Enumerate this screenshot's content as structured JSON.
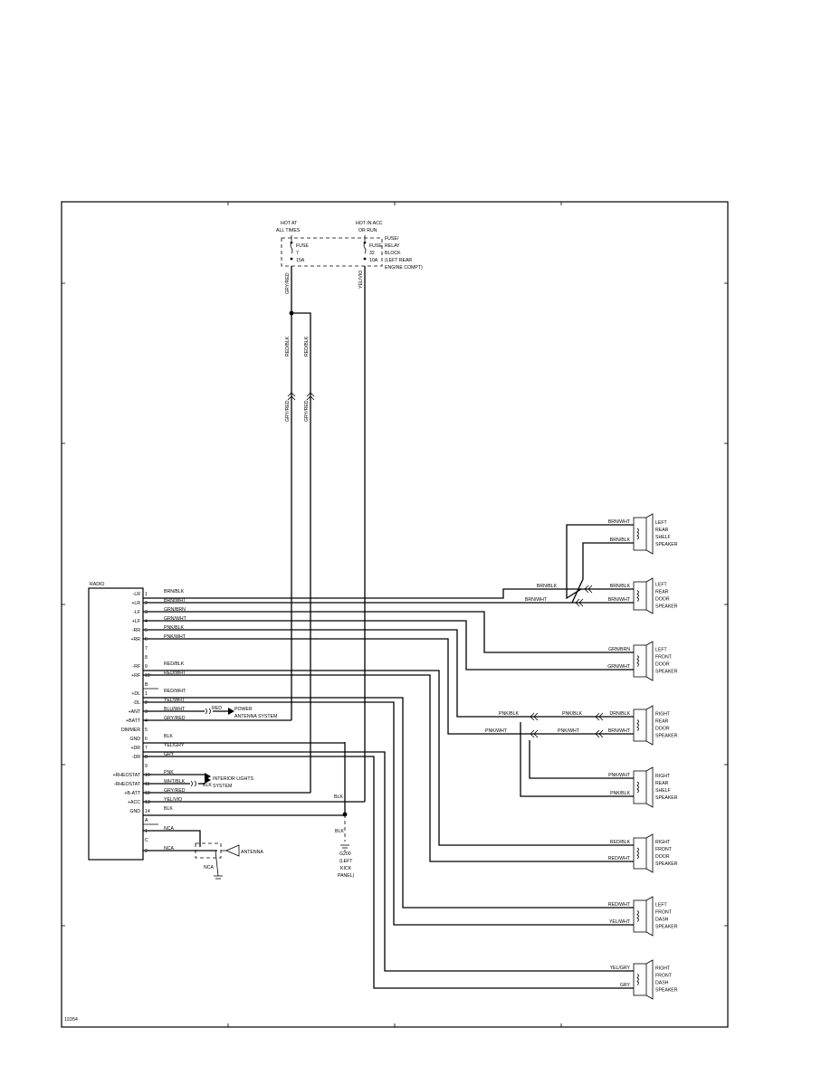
{
  "page_id": "11D54",
  "fuse_block": {
    "label_lines": [
      "FUSE/",
      "RELAY",
      "BLOCK",
      "(LEFT REAR",
      "ENGINE COMPT)"
    ],
    "hot_left": [
      "HOT AT",
      "ALL TIMES"
    ],
    "hot_right": [
      "HOT IN ACC",
      "OR RUN"
    ],
    "fuse_a": [
      "FUSE",
      "7",
      "15A"
    ],
    "fuse_b": [
      "FUSE",
      "32",
      "10A"
    ]
  },
  "wire_labels": {
    "gry_red_top": "GRY/RED",
    "yel_vio_top": "YEL/VIO",
    "red_blk_a": "RED/BLK",
    "red_blk_b": "RED/BLK",
    "gry_red_a": "GRY/RED",
    "gry_red_b": "GRY/RED",
    "blk_ground": "BLK",
    "blk_ground2": "BLK",
    "red_antenna": "RED",
    "blk_lights": "BLK"
  },
  "radio": {
    "title": "RADIO",
    "connector_a": [
      {
        "pin": "1",
        "func": "-LR",
        "wire": "BRN/BLK"
      },
      {
        "pin": "2",
        "func": "+LR",
        "wire": "BRN/WHT"
      },
      {
        "pin": "3",
        "func": "-LF",
        "wire": "GRN/BRN"
      },
      {
        "pin": "4",
        "func": "+LF",
        "wire": "GRN/WHT"
      },
      {
        "pin": "5",
        "func": "-RR",
        "wire": "PNK/BLK"
      },
      {
        "pin": "6",
        "func": "+RR",
        "wire": "PNK/WHT"
      },
      {
        "pin": "7",
        "func": "",
        "wire": ""
      },
      {
        "pin": "8",
        "func": "",
        "wire": ""
      },
      {
        "pin": "9",
        "func": "-RF",
        "wire": "RED/BLK"
      },
      {
        "pin": "10",
        "func": "+RF",
        "wire": "RED/WHT"
      },
      {
        "pin": "B",
        "func": "",
        "wire": ""
      }
    ],
    "connector_b": [
      {
        "pin": "1",
        "func": "+DL",
        "wire": "RED/WHT"
      },
      {
        "pin": "2",
        "func": "-DL",
        "wire": "YEL/WHT"
      },
      {
        "pin": "3",
        "func": "+ANT",
        "wire": "BLU/WHT"
      },
      {
        "pin": "4",
        "func": "+BATT",
        "wire": "GRY/RED"
      },
      {
        "pin": "5",
        "func": "DIMMER",
        "wire": ""
      },
      {
        "pin": "6",
        "func": "GND",
        "wire": "BLK"
      },
      {
        "pin": "7",
        "func": "+DR",
        "wire": "YEL/GRY"
      },
      {
        "pin": "8",
        "func": "-DR",
        "wire": "GRY"
      },
      {
        "pin": "9",
        "func": "",
        "wire": ""
      },
      {
        "pin": "10",
        "func": "+RHEOSTAT",
        "wire": "PNK"
      },
      {
        "pin": "11",
        "func": "-RHEOSTAT",
        "wire": "WHT/BLK"
      },
      {
        "pin": "12",
        "func": "+B-ATT",
        "wire": "GRY/RED"
      },
      {
        "pin": "13",
        "func": "+ACC",
        "wire": "YEL/VIO"
      },
      {
        "pin": "14",
        "func": "GND",
        "wire": "BLK"
      },
      {
        "pin": "A",
        "func": "",
        "wire": ""
      }
    ],
    "connector_c": [
      {
        "pin": "1",
        "func": "",
        "wire": "NCA"
      },
      {
        "pin": "C",
        "func": "",
        "wire": ""
      },
      {
        "pin": "2",
        "func": "",
        "wire": "NCA"
      }
    ]
  },
  "power_antenna": [
    "POWER",
    "ANTENNA SYSTEM"
  ],
  "interior_lights": [
    "INTERIOR LIGHTS",
    "SYSTEM"
  ],
  "antenna": {
    "label": "ANTENNA",
    "nca": "NCA"
  },
  "ground": {
    "name": "G200",
    "loc": [
      "(LEFT",
      "KICK",
      "PANEL)"
    ]
  },
  "speakers": [
    {
      "id": "left-rear-shelf",
      "lines": [
        "LEFT",
        "REAR",
        "SHELF",
        "SPEAKER"
      ],
      "w_top": "BRN/WHT",
      "w_bot": "BRN/BLK"
    },
    {
      "id": "left-rear-door",
      "lines": [
        "LEFT",
        "REAR",
        "DOOR",
        "SPEAKER"
      ],
      "w_top": "BRN/BLK",
      "w_bot": "BRN/WHT",
      "x_top": "BRN/BLK",
      "x_bot": "BRN/WHT"
    },
    {
      "id": "left-front-door",
      "lines": [
        "LEFT",
        "FRONT",
        "DOOR",
        "SPEAKER"
      ],
      "w_top": "GRN/BRN",
      "w_bot": "GRN/WHT"
    },
    {
      "id": "right-rear-door",
      "lines": [
        "RIGHT",
        "REAR",
        "DOOR",
        "SPEAKER"
      ],
      "w_top": "DRN/BLK",
      "w_bot": "BRN/WHT",
      "m_top": "PNK/BLK",
      "m_bot": "PNK/WHT",
      "x_top": "PNK/BLK",
      "x_bot": "PNK/WHT"
    },
    {
      "id": "right-rear-shelf",
      "lines": [
        "RIGHT",
        "REAR",
        "SHELF",
        "SPEAKER"
      ],
      "w_top": "PNK/WHT",
      "w_bot": "PNK/BLK"
    },
    {
      "id": "right-front-door",
      "lines": [
        "RIGHT",
        "FRONT",
        "DOOR",
        "SPEAKER"
      ],
      "w_top": "RED/BLK",
      "w_bot": "RED/WHT"
    },
    {
      "id": "left-front-dash",
      "lines": [
        "LEFT",
        "FRONT",
        "DASH",
        "SPEAKER"
      ],
      "w_top": "RED/WHT",
      "w_bot": "YEL/WHT"
    },
    {
      "id": "right-front-dash",
      "lines": [
        "RIGHT",
        "FRONT",
        "DASH",
        "SPEAKER"
      ],
      "w_top": "YEL/GRY",
      "w_bot": "GRY"
    }
  ]
}
